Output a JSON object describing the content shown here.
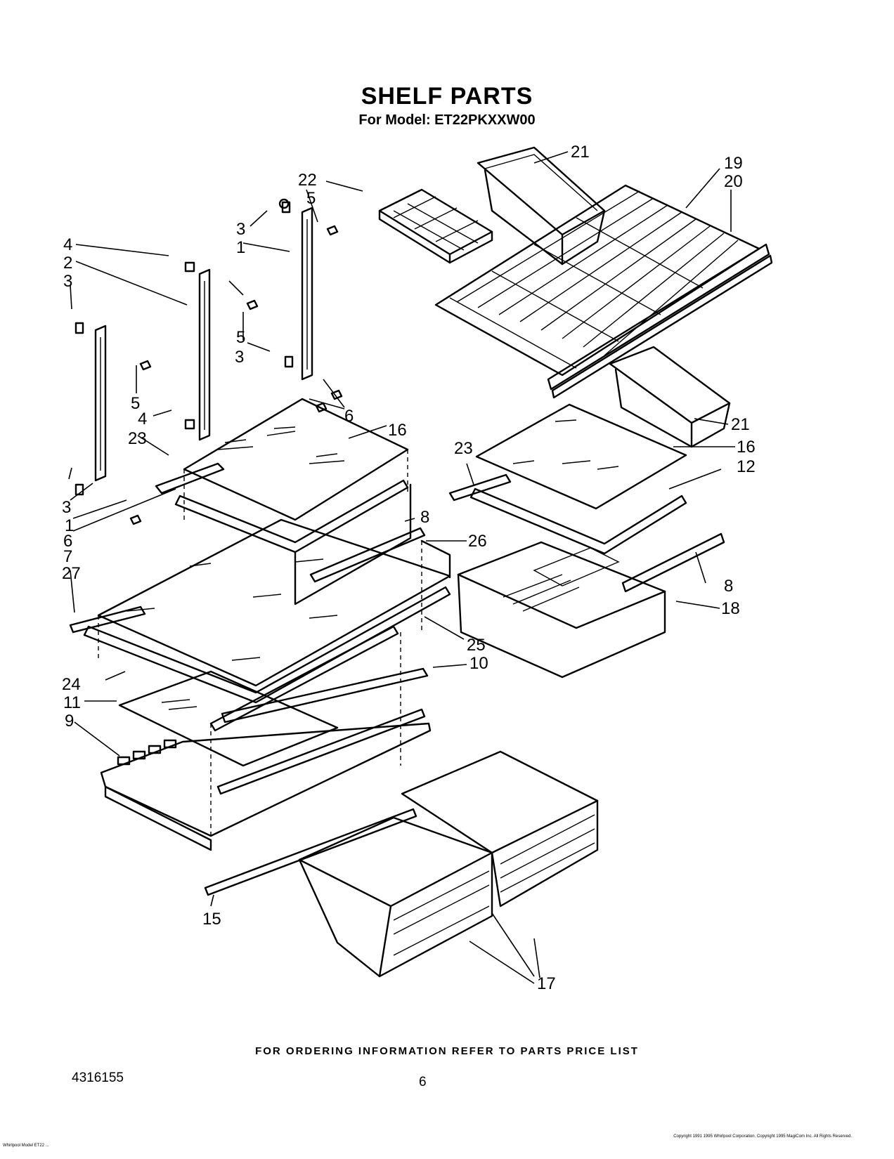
{
  "header": {
    "title": "SHELF PARTS",
    "subtitle": "For Model: ET22PKXXW00"
  },
  "callouts": [
    "1",
    "1",
    "2",
    "3",
    "3",
    "3",
    "3",
    "4",
    "4",
    "5",
    "5",
    "5",
    "6",
    "6",
    "7",
    "8",
    "8",
    "9",
    "10",
    "11",
    "12",
    "15",
    "16",
    "16",
    "17",
    "18",
    "19",
    "20",
    "21",
    "21",
    "22",
    "23",
    "23",
    "24",
    "25",
    "26",
    "27"
  ],
  "footer": {
    "ordering_note": "FOR ORDERING INFORMATION REFER TO PARTS PRICE LIST",
    "document_number": "4316155",
    "page_number": "6",
    "fine_print_left": "Whirlpool Model ET22 ...",
    "fine_print_right": "Copyright 1991 1995 Whirlpool Corporation. Copyright 1995 MagiCom Inc. All Rights Reserved."
  }
}
